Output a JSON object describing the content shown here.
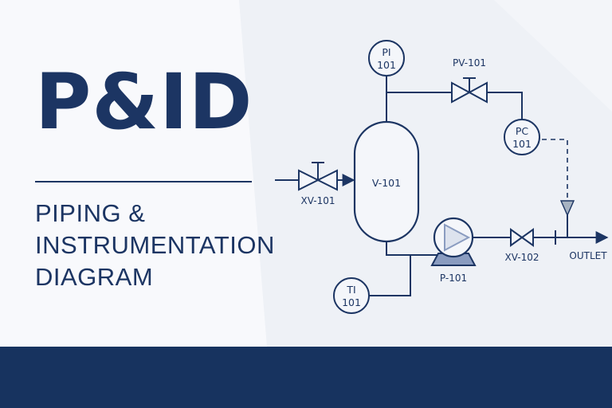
{
  "title": "P&ID",
  "subtitle": {
    "line1": "PIPING &",
    "line2": "INSTRUMENTATION",
    "line3": "DIAGRAM"
  },
  "colors": {
    "navy": "#1c3563",
    "footer": "#17335f",
    "background": "#f4f6fa",
    "pump_accent": "#8a9cc0",
    "signal_arrow": "#a7b3c2"
  },
  "diagram": {
    "vessel": {
      "label": "V-101"
    },
    "inlet_valve": {
      "label": "XV-101"
    },
    "control_valve": {
      "label": "PV-101"
    },
    "outlet_valve": {
      "label": "XV-102"
    },
    "pump": {
      "label": "P-101"
    },
    "outlet": {
      "label": "OUTLET"
    },
    "pressure_indicator": {
      "line1": "PI",
      "line2": "101"
    },
    "pressure_controller": {
      "line1": "PC",
      "line2": "101"
    },
    "temperature_indicator": {
      "line1": "TI",
      "line2": "101"
    }
  }
}
